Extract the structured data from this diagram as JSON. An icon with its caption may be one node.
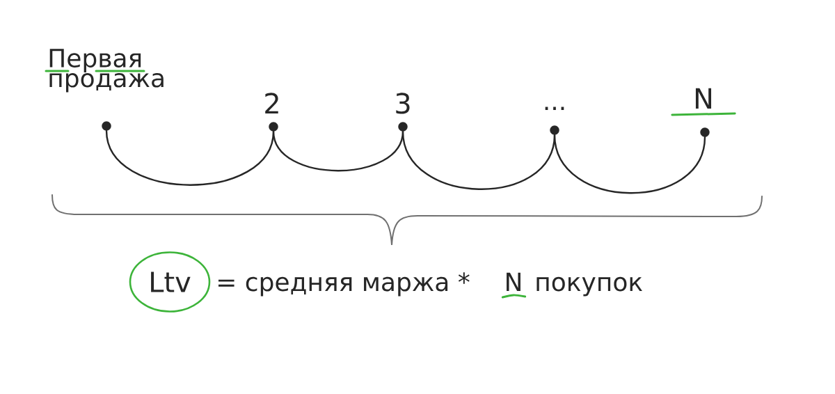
{
  "diagram": {
    "nodes": [
      {
        "text": [],
        "shape": "circle",
        "beside": [
          "Первая продажа"
        ]
      },
      {
        "text": [],
        "shape": "circle",
        "beside": [
          "2"
        ]
      },
      {
        "text": [],
        "shape": "circle",
        "beside": [
          "3"
        ]
      },
      {
        "text": [],
        "shape": "circle",
        "beside": [
          "..."
        ]
      },
      {
        "text": [],
        "shape": "circle",
        "beside": [
          "N"
        ]
      },
      {
        "text": [
          "Ltv"
        ]
      }
    ],
    "edges": [
      {
        "from": 0,
        "to": 1,
        "arrow": "none"
      },
      {
        "from": 1,
        "to": 2,
        "arrow": "none"
      },
      {
        "from": 2,
        "to": 3,
        "arrow": "none"
      },
      {
        "from": 3,
        "to": 4,
        "arrow": "none"
      }
    ],
    "labels": [
      "= средняя маржа *",
      "N",
      "покупок"
    ]
  }
}
